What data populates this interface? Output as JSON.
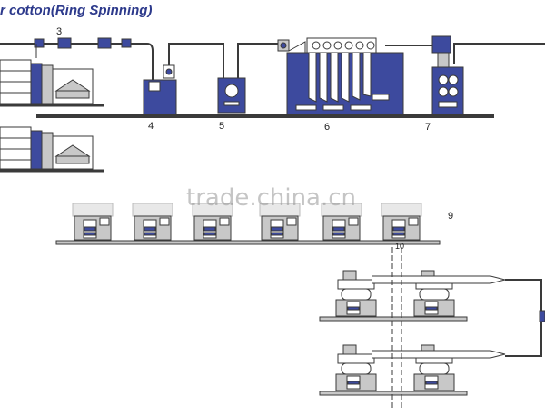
{
  "title": "r cotton(Ring Spinning)",
  "labels": {
    "l3": "3",
    "l4": "4",
    "l5": "5",
    "l6": "6",
    "l7": "7",
    "l9": "9",
    "l10": "10"
  },
  "watermark": "trade.china.cn",
  "colors": {
    "machine_blue": "#3d4a9e",
    "outline": "#3a3a3a",
    "frame_grey": "#c8c8c8",
    "title": "#2d3a8c"
  }
}
